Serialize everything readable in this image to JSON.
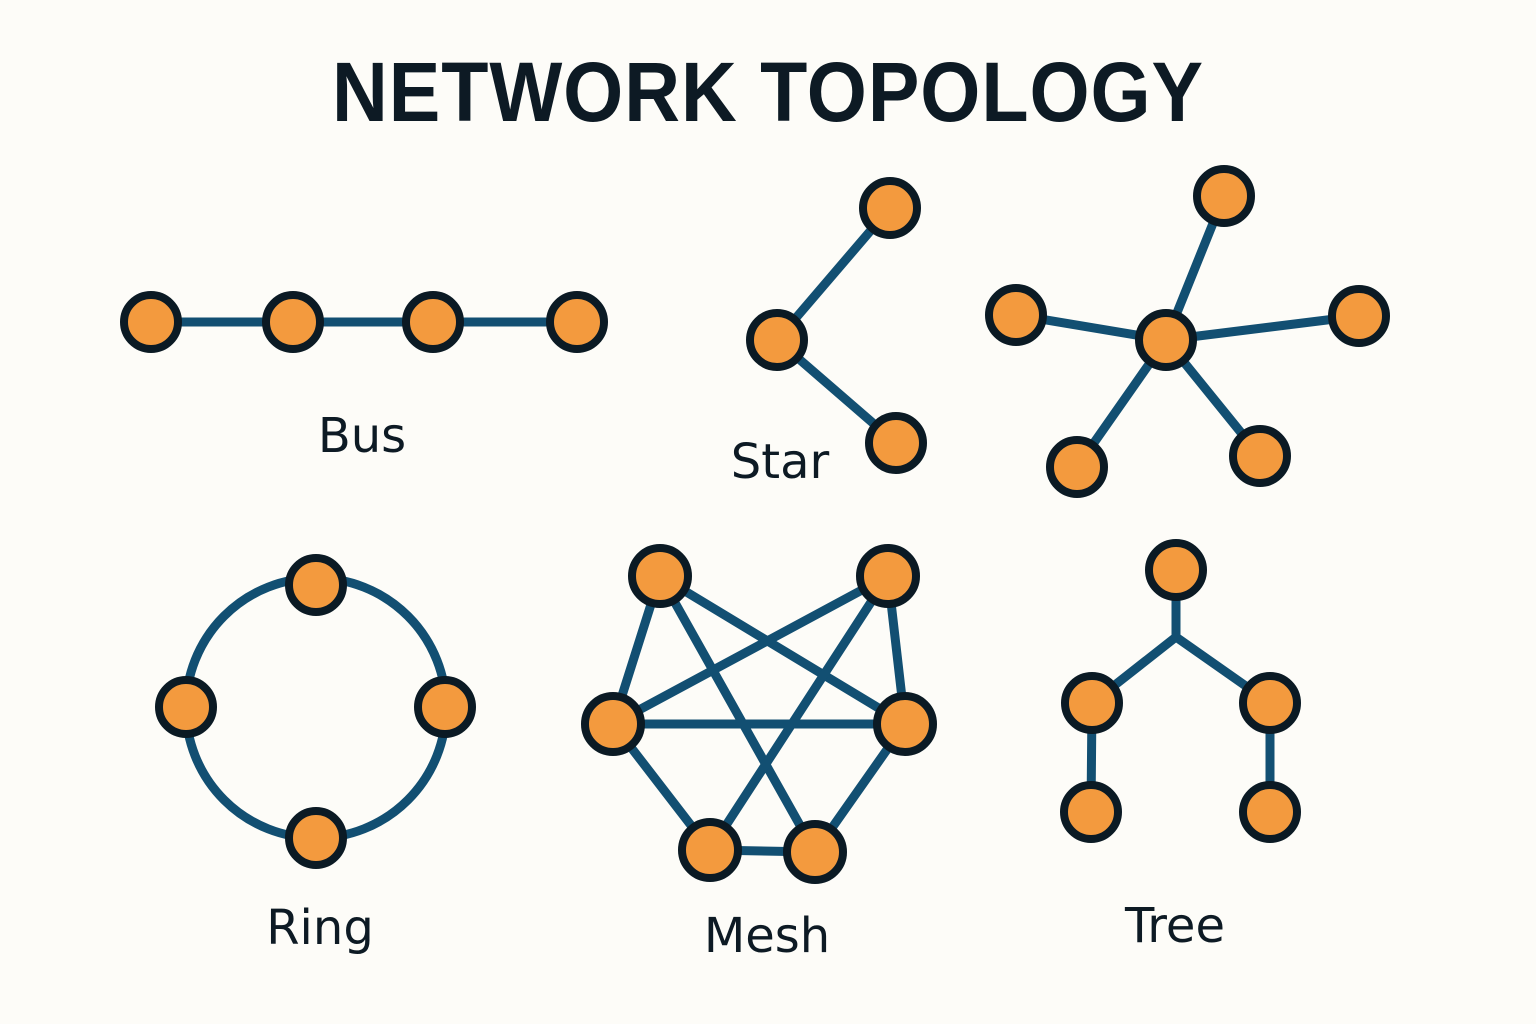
{
  "title": "NETWORK TOPOLOGY",
  "colors": {
    "background": "#fdfcf8",
    "node_fill": "#f39a3e",
    "node_outline": "#0b1a24",
    "edge": "#124f72",
    "text": "#0d1a24"
  },
  "topologies": [
    {
      "id": "bus",
      "label": "Bus",
      "nodes": [
        "n1",
        "n2",
        "n3",
        "n4"
      ],
      "edges": [
        [
          "n1",
          "n2"
        ],
        [
          "n2",
          "n3"
        ],
        [
          "n3",
          "n4"
        ]
      ]
    },
    {
      "id": "star-small",
      "label": "Star",
      "nodes": [
        "center",
        "top",
        "bottom"
      ],
      "edges": [
        [
          "center",
          "top"
        ],
        [
          "center",
          "bottom"
        ]
      ]
    },
    {
      "id": "star-large",
      "label": "",
      "nodes": [
        "hub",
        "top",
        "left",
        "right",
        "bottom-left",
        "bottom-right"
      ],
      "edges": [
        [
          "hub",
          "top"
        ],
        [
          "hub",
          "left"
        ],
        [
          "hub",
          "right"
        ],
        [
          "hub",
          "bottom-left"
        ],
        [
          "hub",
          "bottom-right"
        ]
      ]
    },
    {
      "id": "ring",
      "label": "Ring",
      "nodes": [
        "top",
        "left",
        "right",
        "bottom"
      ],
      "edges": [
        [
          "top",
          "right"
        ],
        [
          "right",
          "bottom"
        ],
        [
          "bottom",
          "left"
        ],
        [
          "left",
          "top"
        ]
      ]
    },
    {
      "id": "mesh",
      "label": "Mesh",
      "nodes": [
        "top-left",
        "top-right",
        "mid-left",
        "mid-right",
        "bottom-left",
        "bottom-right"
      ],
      "edges": [
        [
          "top-left",
          "mid-left"
        ],
        [
          "top-left",
          "mid-right"
        ],
        [
          "top-left",
          "bottom-right"
        ],
        [
          "top-right",
          "mid-left"
        ],
        [
          "top-right",
          "mid-right"
        ],
        [
          "top-right",
          "bottom-left"
        ],
        [
          "mid-left",
          "mid-right"
        ],
        [
          "mid-left",
          "bottom-left"
        ],
        [
          "mid-right",
          "bottom-right"
        ],
        [
          "bottom-left",
          "bottom-right"
        ]
      ]
    },
    {
      "id": "tree",
      "label": "Tree",
      "nodes": [
        "root",
        "left",
        "right",
        "left-child",
        "right-child"
      ],
      "edges": [
        [
          "root",
          "left"
        ],
        [
          "root",
          "right"
        ],
        [
          "left",
          "left-child"
        ],
        [
          "right",
          "right-child"
        ]
      ]
    }
  ]
}
